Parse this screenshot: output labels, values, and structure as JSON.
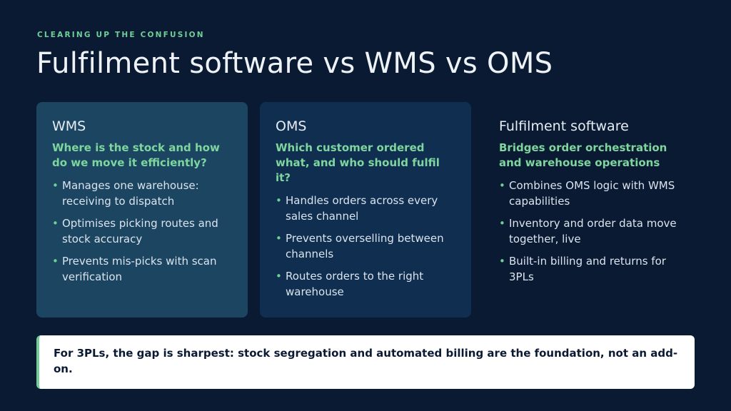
{
  "eyebrow": "CLEARING UP THE CONFUSION",
  "title": "Fulfilment software vs WMS vs OMS",
  "cards": [
    {
      "heading": "WMS",
      "question": "Where is the stock and how do we move it efficiently?",
      "bullets": [
        "Manages one warehouse: receiving to dispatch",
        "Optimises picking routes and stock accuracy",
        "Prevents mis-picks with scan verification"
      ]
    },
    {
      "heading": "OMS",
      "question": "Which customer ordered what, and who should fulfil it?",
      "bullets": [
        "Handles orders across every sales channel",
        "Prevents overselling between channels",
        "Routes orders to the right warehouse"
      ]
    },
    {
      "heading": "Fulfilment software",
      "question": "Bridges order orchestration and warehouse operations",
      "bullets": [
        "Combines OMS logic with WMS capabilities",
        "Inventory and order data move together, live",
        "Built-in billing and returns for 3PLs"
      ]
    }
  ],
  "callout": "For 3PLs, the gap is sharpest: stock segregation and automated billing are the foundation, not an add-on.",
  "colors": {
    "background": "#0b1a33",
    "accent": "#6fcf97",
    "card_wms": "#1b4561",
    "card_oms": "#0f2e50"
  }
}
